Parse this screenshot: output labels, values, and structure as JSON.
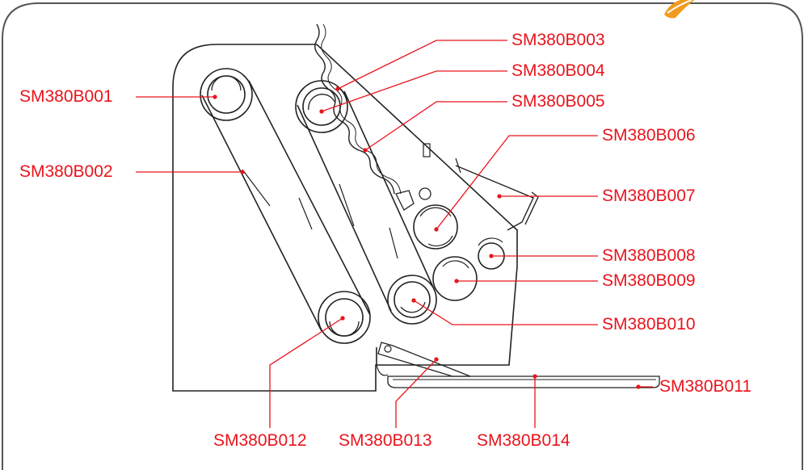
{
  "colors": {
    "label": "#e8141c",
    "leader": "#e8141c",
    "outline": "#222222",
    "frame": "#555555",
    "logo": "#f29a1f"
  },
  "icons": {
    "logo": "orange-leaf-icon"
  },
  "labels": {
    "b001": "SM380B001",
    "b002": "SM380B002",
    "b003": "SM380B003",
    "b004": "SM380B004",
    "b005": "SM380B005",
    "b006": "SM380B006",
    "b007": "SM380B007",
    "b008": "SM380B008",
    "b009": "SM380B009",
    "b010": "SM380B010",
    "b011": "SM380B011",
    "b012": "SM380B012",
    "b013": "SM380B013",
    "b014": "SM380B014"
  }
}
